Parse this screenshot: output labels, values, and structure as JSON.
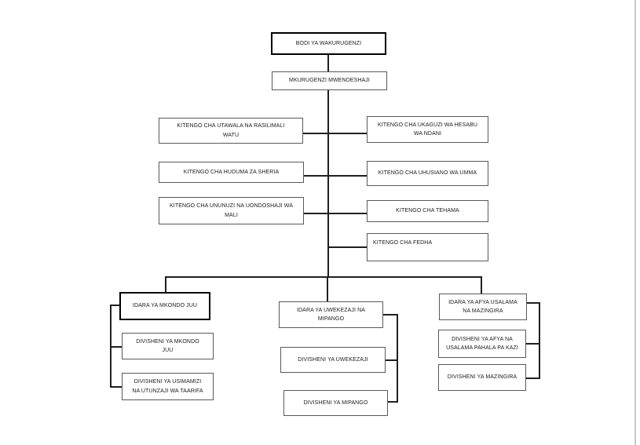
{
  "page": {
    "background_color": "#ffffff",
    "edge_line_color": "#c9c9c9",
    "line_color": "#1f1f1f",
    "box_border_color": "#595959",
    "box_border_strong_color": "#000000",
    "text_color": "#1a1a1a"
  },
  "org_chart": {
    "nodes": {
      "bodi": {
        "label": "BODI YA WAKURUGENZI"
      },
      "mkurugenzi": {
        "label": "MKURUGENZI MWENDESHAJI"
      },
      "utawala": {
        "label": "KITENGO CHA UTAWALA NA RASILIMALI\nWATU"
      },
      "sheria": {
        "label": "KITENGO CHA HUDUMA ZA SHERIA"
      },
      "ununuzi": {
        "label": "KITENGO CHA UNUNUZI NA UONDOSHAJI WA\nMALI"
      },
      "ukaguzi": {
        "label": "KITENGO CHA UKAGUZI WA HESABU\nWA NDANI"
      },
      "uhusiano": {
        "label": "KITENGO CHA UHUSIANO WA UMMA"
      },
      "tehama": {
        "label": "KITENGO CHA TEHAMA"
      },
      "fedha": {
        "label": "KITENGO CHA FEDHA"
      },
      "idara_mkondo": {
        "label": "IDARA YA MKONDO JUU"
      },
      "div_mkondo": {
        "label": "DIVISHENI YA MKONDO\nJUU"
      },
      "div_usimamizi": {
        "label": "DIVISHENI YA USIMAMIZI\nNA UTUNZAJI WA TAARIFA"
      },
      "idara_uwekezaji": {
        "label": "IDARA YA UWEKEZAJI NA\nMIPANGO"
      },
      "div_uwekezaji": {
        "label": "DIVISHENI YA UWEKEZAJI"
      },
      "div_mipango": {
        "label": "DIVISHENI YA MIPANGO"
      },
      "idara_afya": {
        "label": "IDARA YA AFYA USALAMA\nNA MAZINGIRA"
      },
      "div_afya": {
        "label": "DIVISHENI YA AFYA NA\nUSALAMA PAHALA PA KAZI"
      },
      "div_mazingira": {
        "label": "DIVISHENI YA MAZINGIRA"
      }
    }
  }
}
